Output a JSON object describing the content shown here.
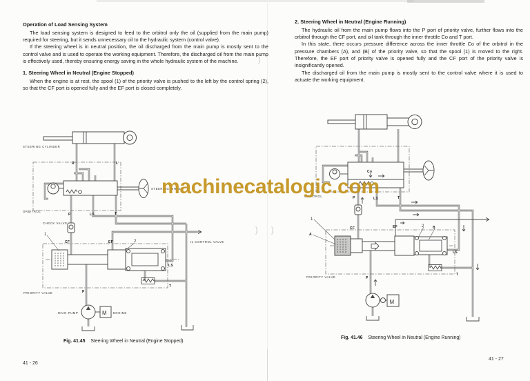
{
  "page": {
    "left_number": "41 - 26",
    "right_number": "41 - 27"
  },
  "watermark": {
    "text": "machinecatalogic.com",
    "color": "#c3931d"
  },
  "left_column": {
    "heading": "Operation of Load Sensing System",
    "para1": "The load sensing system is designed to feed to the orbitrol only the oil (supplied from the main pump) required for steering, but it sends unnecessary oil to the hydraulic system (control valve).",
    "para2": "If the steering wheel is in neutral position, the oil discharged from the main pump is mostly sent to the control valve and is used to operate the working equipment. Therefore, the discharged oil from the main pump is effectively used, thereby ensuring energy saving in the whole hydraulic system of the machine.",
    "subheading": "1. Steering Wheel in Neutral (Engine Stopped)",
    "para3": "When the engine is at rest, the spool (1) of the priority valve is pushed to the left by the control spring (2), so that the CF port is opened fully and the EF port is closed completely."
  },
  "right_column": {
    "heading": "2. Steering Wheel in Neutral (Engine Running)",
    "para1": "The hydraulic oil from the main pump flows into the P port of priority valve, further flows into the orbitrol through the CF port, and oil tank through the inner throttle Co and T port.",
    "para2": "In this state, there occurs pressure difference across the inner throttle Co of the orbitrol in the pressure chambers (A), and (B) of the priority valve, so that the spool (1) is moved to the right. Therefore, the EF port of priority valve is opened fully and the CF port of the priority valve is insignificantly opened.",
    "para3": "The discharged oil from the main pump is mostly sent to the control valve where it is used to actuate the working equipment."
  },
  "fig_left": {
    "label": "Fig.  41.45",
    "title": "Steering Wheel in Neutral  (Engine Stopped)",
    "labels": {
      "steering_cylinder": "STEERING CYLINDER",
      "r": "R",
      "l": "L",
      "steering_wheel": "STEERING WHEEL",
      "orbitrol": "ORBITROL",
      "p": "P",
      "ls": "LS",
      "t": "T",
      "check_valve": "CHECK VALVE",
      "cf": "CF",
      "ef": "EF",
      "n1": "1",
      "n2": "2",
      "to_control_valve": "to CONTROL VALVE",
      "ls2": "LS",
      "t2": "T",
      "priority_valve": "PRIORITY VALVE",
      "p2": "P",
      "main_pump": "MAIN PUMP",
      "engine": "ENGINE",
      "m": "M"
    }
  },
  "fig_right": {
    "label": "Fig.  41.46",
    "title": "Steering Wheel in Neutral  (Engine Running)",
    "labels": {
      "co": "Co",
      "orbitrol": "ORBITROL",
      "p": "P",
      "ls": "LS",
      "t": "T",
      "n1": "1",
      "a": "A",
      "cf": "CF",
      "ef": "EF",
      "n2": "2",
      "b": "B",
      "ls2": "LS",
      "t2": "T",
      "priority_valve": "PRIORITY VALVE",
      "p2": "P",
      "m": "M"
    }
  },
  "artifacts": {
    "paren": ")"
  }
}
